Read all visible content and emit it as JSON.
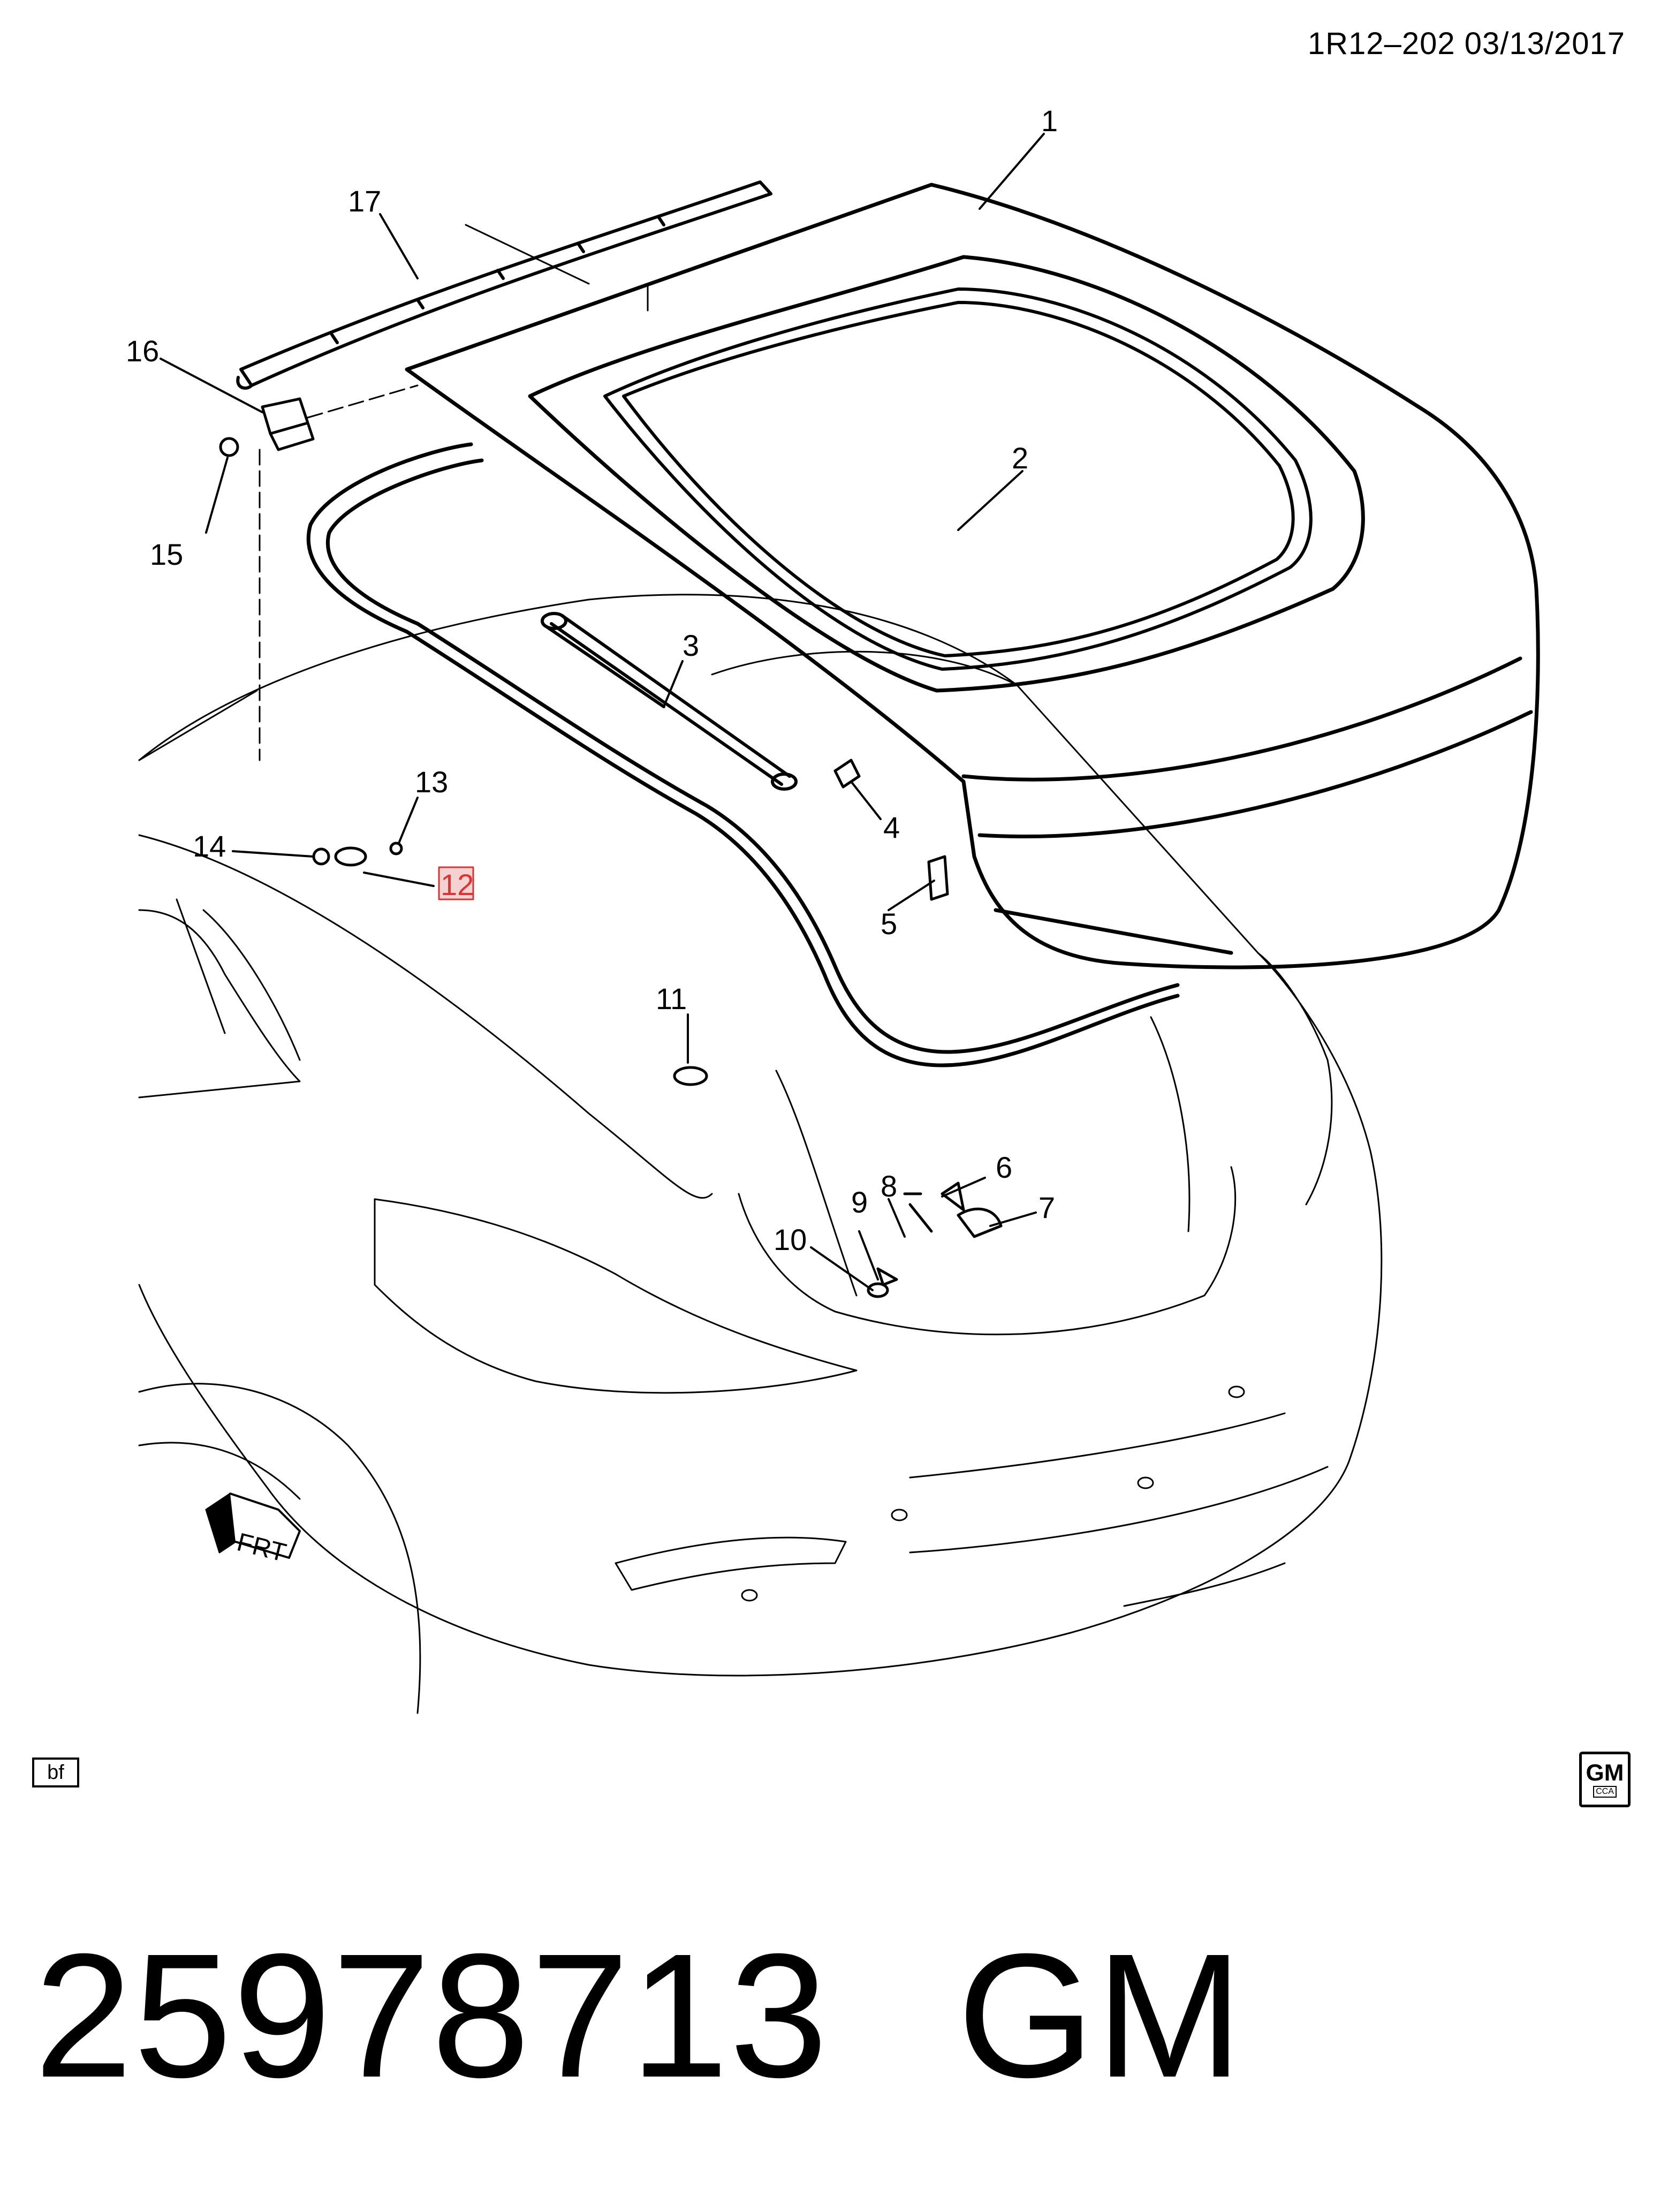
{
  "header": {
    "ref": "1R12–202  03/13/2017"
  },
  "callouts": [
    {
      "id": "1",
      "label": "1"
    },
    {
      "id": "2",
      "label": "2"
    },
    {
      "id": "3",
      "label": "3"
    },
    {
      "id": "4",
      "label": "4"
    },
    {
      "id": "5",
      "label": "5"
    },
    {
      "id": "6",
      "label": "6"
    },
    {
      "id": "7",
      "label": "7"
    },
    {
      "id": "8",
      "label": "8"
    },
    {
      "id": "9",
      "label": "9"
    },
    {
      "id": "10",
      "label": "10"
    },
    {
      "id": "11",
      "label": "11"
    },
    {
      "id": "12",
      "label": "12",
      "highlighted": true
    },
    {
      "id": "13",
      "label": "13"
    },
    {
      "id": "14",
      "label": "14"
    },
    {
      "id": "15",
      "label": "15"
    },
    {
      "id": "16",
      "label": "16"
    },
    {
      "id": "17",
      "label": "17"
    }
  ],
  "direction_marker": "FRT",
  "corner_tag": "bf",
  "logo": {
    "big": "GM",
    "small": "CCA"
  },
  "footer": {
    "part_number": "25978713",
    "brand": "GM"
  },
  "colors": {
    "line": "#000000",
    "highlight": "#d33333"
  }
}
